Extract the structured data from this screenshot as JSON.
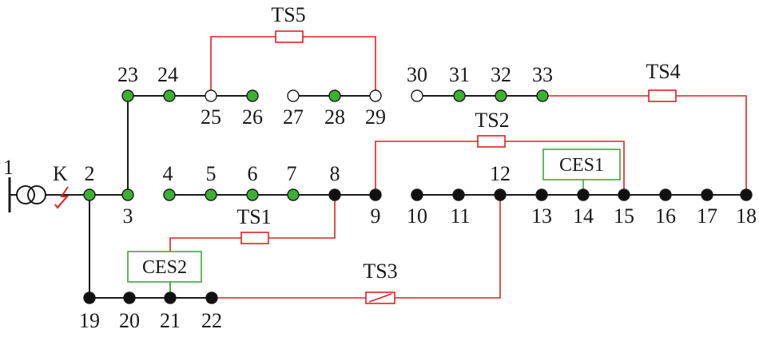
{
  "colors": {
    "line": "#1a1a1a",
    "tie_line": "#e02020",
    "node_energized": "#3cb030",
    "node_outage": "#111111",
    "node_open": "#ffffff",
    "ces_border": "#3aa83a",
    "fault": "#e02020"
  },
  "source": {
    "label": "1",
    "switch_label": "K",
    "fault_icon": "lightning-bolt-icon"
  },
  "nodes": [
    {
      "id": "2",
      "label": "2",
      "state": "energized"
    },
    {
      "id": "3",
      "label": "3",
      "state": "energized"
    },
    {
      "id": "4",
      "label": "4",
      "state": "energized"
    },
    {
      "id": "5",
      "label": "5",
      "state": "energized"
    },
    {
      "id": "6",
      "label": "6",
      "state": "energized"
    },
    {
      "id": "7",
      "label": "7",
      "state": "energized"
    },
    {
      "id": "8",
      "label": "8",
      "state": "outage"
    },
    {
      "id": "9",
      "label": "9",
      "state": "outage"
    },
    {
      "id": "10",
      "label": "10",
      "state": "outage"
    },
    {
      "id": "11",
      "label": "11",
      "state": "outage"
    },
    {
      "id": "12",
      "label": "12",
      "state": "outage"
    },
    {
      "id": "13",
      "label": "13",
      "state": "outage"
    },
    {
      "id": "14",
      "label": "14",
      "state": "outage"
    },
    {
      "id": "15",
      "label": "15",
      "state": "outage"
    },
    {
      "id": "16",
      "label": "16",
      "state": "outage"
    },
    {
      "id": "17",
      "label": "17",
      "state": "outage"
    },
    {
      "id": "18",
      "label": "18",
      "state": "outage"
    },
    {
      "id": "19",
      "label": "19",
      "state": "outage"
    },
    {
      "id": "20",
      "label": "20",
      "state": "outage"
    },
    {
      "id": "21",
      "label": "21",
      "state": "outage"
    },
    {
      "id": "22",
      "label": "22",
      "state": "outage"
    },
    {
      "id": "23",
      "label": "23",
      "state": "energized"
    },
    {
      "id": "24",
      "label": "24",
      "state": "energized"
    },
    {
      "id": "25",
      "label": "25",
      "state": "open"
    },
    {
      "id": "26",
      "label": "26",
      "state": "energized"
    },
    {
      "id": "27",
      "label": "27",
      "state": "open"
    },
    {
      "id": "28",
      "label": "28",
      "state": "energized"
    },
    {
      "id": "29",
      "label": "29",
      "state": "open"
    },
    {
      "id": "30",
      "label": "30",
      "state": "open"
    },
    {
      "id": "31",
      "label": "31",
      "state": "energized"
    },
    {
      "id": "32",
      "label": "32",
      "state": "energized"
    },
    {
      "id": "33",
      "label": "33",
      "state": "energized"
    }
  ],
  "tie_switches": [
    {
      "id": "TS1",
      "label": "TS1",
      "type": "closed"
    },
    {
      "id": "TS2",
      "label": "TS2",
      "type": "closed"
    },
    {
      "id": "TS3",
      "label": "TS3",
      "type": "open"
    },
    {
      "id": "TS4",
      "label": "TS4",
      "type": "closed"
    },
    {
      "id": "TS5",
      "label": "TS5",
      "type": "closed"
    }
  ],
  "ces": [
    {
      "id": "CES1",
      "label": "CES1",
      "attached_to": "14"
    },
    {
      "id": "CES2",
      "label": "CES2",
      "attached_to": "21"
    }
  ]
}
